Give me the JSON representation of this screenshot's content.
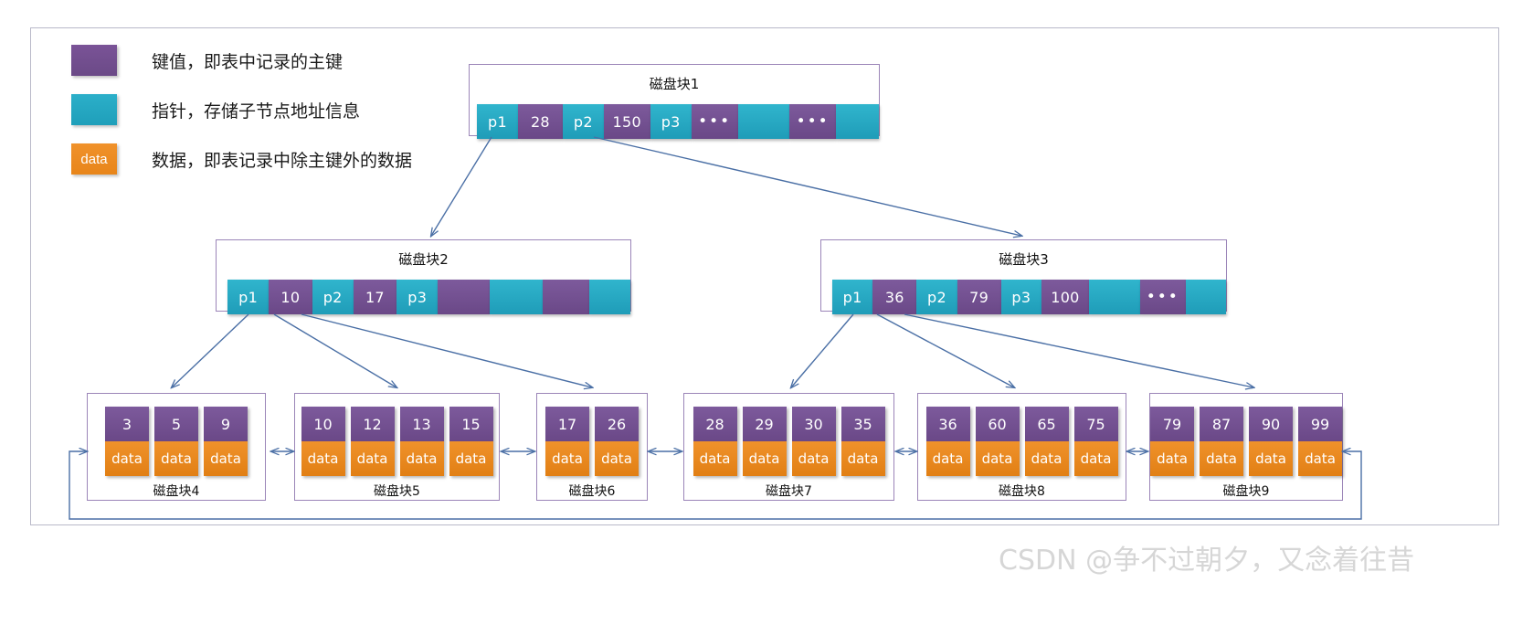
{
  "legend": {
    "items": [
      {
        "swatch_label": "",
        "color": "#6b4a87",
        "text": "键值，即表中记录的主键",
        "icon": "key-swatch"
      },
      {
        "swatch_label": "",
        "color": "#1f9fba",
        "text": "指针，存储子节点地址信息",
        "icon": "pointer-swatch"
      },
      {
        "swatch_label": "data",
        "color": "#e8851a",
        "text": "数据，即表记录中除主键外的数据",
        "icon": "data-swatch"
      }
    ]
  },
  "colors": {
    "key": "#6b4a87",
    "pointer": "#1f9fba",
    "data": "#e8851a",
    "border": "#9b85b8",
    "arrow": "#4a6fa5"
  },
  "nodes": {
    "root": {
      "title": "磁盘块1",
      "cells": [
        {
          "type": "pointer",
          "label": "p1",
          "width": 46
        },
        {
          "type": "key",
          "label": "28",
          "width": 50
        },
        {
          "type": "pointer",
          "label": "p2",
          "width": 46
        },
        {
          "type": "key",
          "label": "150",
          "width": 52
        },
        {
          "type": "pointer",
          "label": "p3",
          "width": 46
        },
        {
          "type": "key",
          "label": "...",
          "width": 52
        },
        {
          "type": "pointer",
          "label": "",
          "width": 58
        },
        {
          "type": "key",
          "label": "...",
          "width": 52
        },
        {
          "type": "pointer",
          "label": "",
          "width": 48
        }
      ]
    },
    "internal_left": {
      "title": "磁盘块2",
      "cells": [
        {
          "type": "pointer",
          "label": "p1",
          "width": 46
        },
        {
          "type": "key",
          "label": "10",
          "width": 48
        },
        {
          "type": "pointer",
          "label": "p2",
          "width": 46
        },
        {
          "type": "key",
          "label": "17",
          "width": 48
        },
        {
          "type": "pointer",
          "label": "p3",
          "width": 46
        },
        {
          "type": "key",
          "label": "",
          "width": 58
        },
        {
          "type": "pointer",
          "label": "",
          "width": 58
        },
        {
          "type": "key",
          "label": "",
          "width": 52
        },
        {
          "type": "pointer",
          "label": "",
          "width": 46
        }
      ]
    },
    "internal_right": {
      "title": "磁盘块3",
      "cells": [
        {
          "type": "pointer",
          "label": "p1",
          "width": 46
        },
        {
          "type": "key",
          "label": "36",
          "width": 50
        },
        {
          "type": "pointer",
          "label": "p2",
          "width": 46
        },
        {
          "type": "key",
          "label": "79",
          "width": 50
        },
        {
          "type": "pointer",
          "label": "p3",
          "width": 46
        },
        {
          "type": "key",
          "label": "100",
          "width": 54
        },
        {
          "type": "pointer",
          "label": "",
          "width": 58
        },
        {
          "type": "key",
          "label": "...",
          "width": 52
        },
        {
          "type": "pointer",
          "label": "",
          "width": 46
        }
      ]
    }
  },
  "leaves": [
    {
      "label": "磁盘块4",
      "keys": [
        "3",
        "5",
        "9"
      ],
      "data_label": "data"
    },
    {
      "label": "磁盘块5",
      "keys": [
        "10",
        "12",
        "13",
        "15"
      ],
      "data_label": "data"
    },
    {
      "label": "磁盘块6",
      "keys": [
        "17",
        "26"
      ],
      "data_label": "data"
    },
    {
      "label": "磁盘块7",
      "keys": [
        "28",
        "29",
        "30",
        "35"
      ],
      "data_label": "data"
    },
    {
      "label": "磁盘块8",
      "keys": [
        "36",
        "60",
        "65",
        "75"
      ],
      "data_label": "data"
    },
    {
      "label": "磁盘块9",
      "keys": [
        "79",
        "87",
        "90",
        "99"
      ],
      "data_label": "data"
    }
  ],
  "watermark": "CSDN @争不过朝夕，又念着往昔"
}
